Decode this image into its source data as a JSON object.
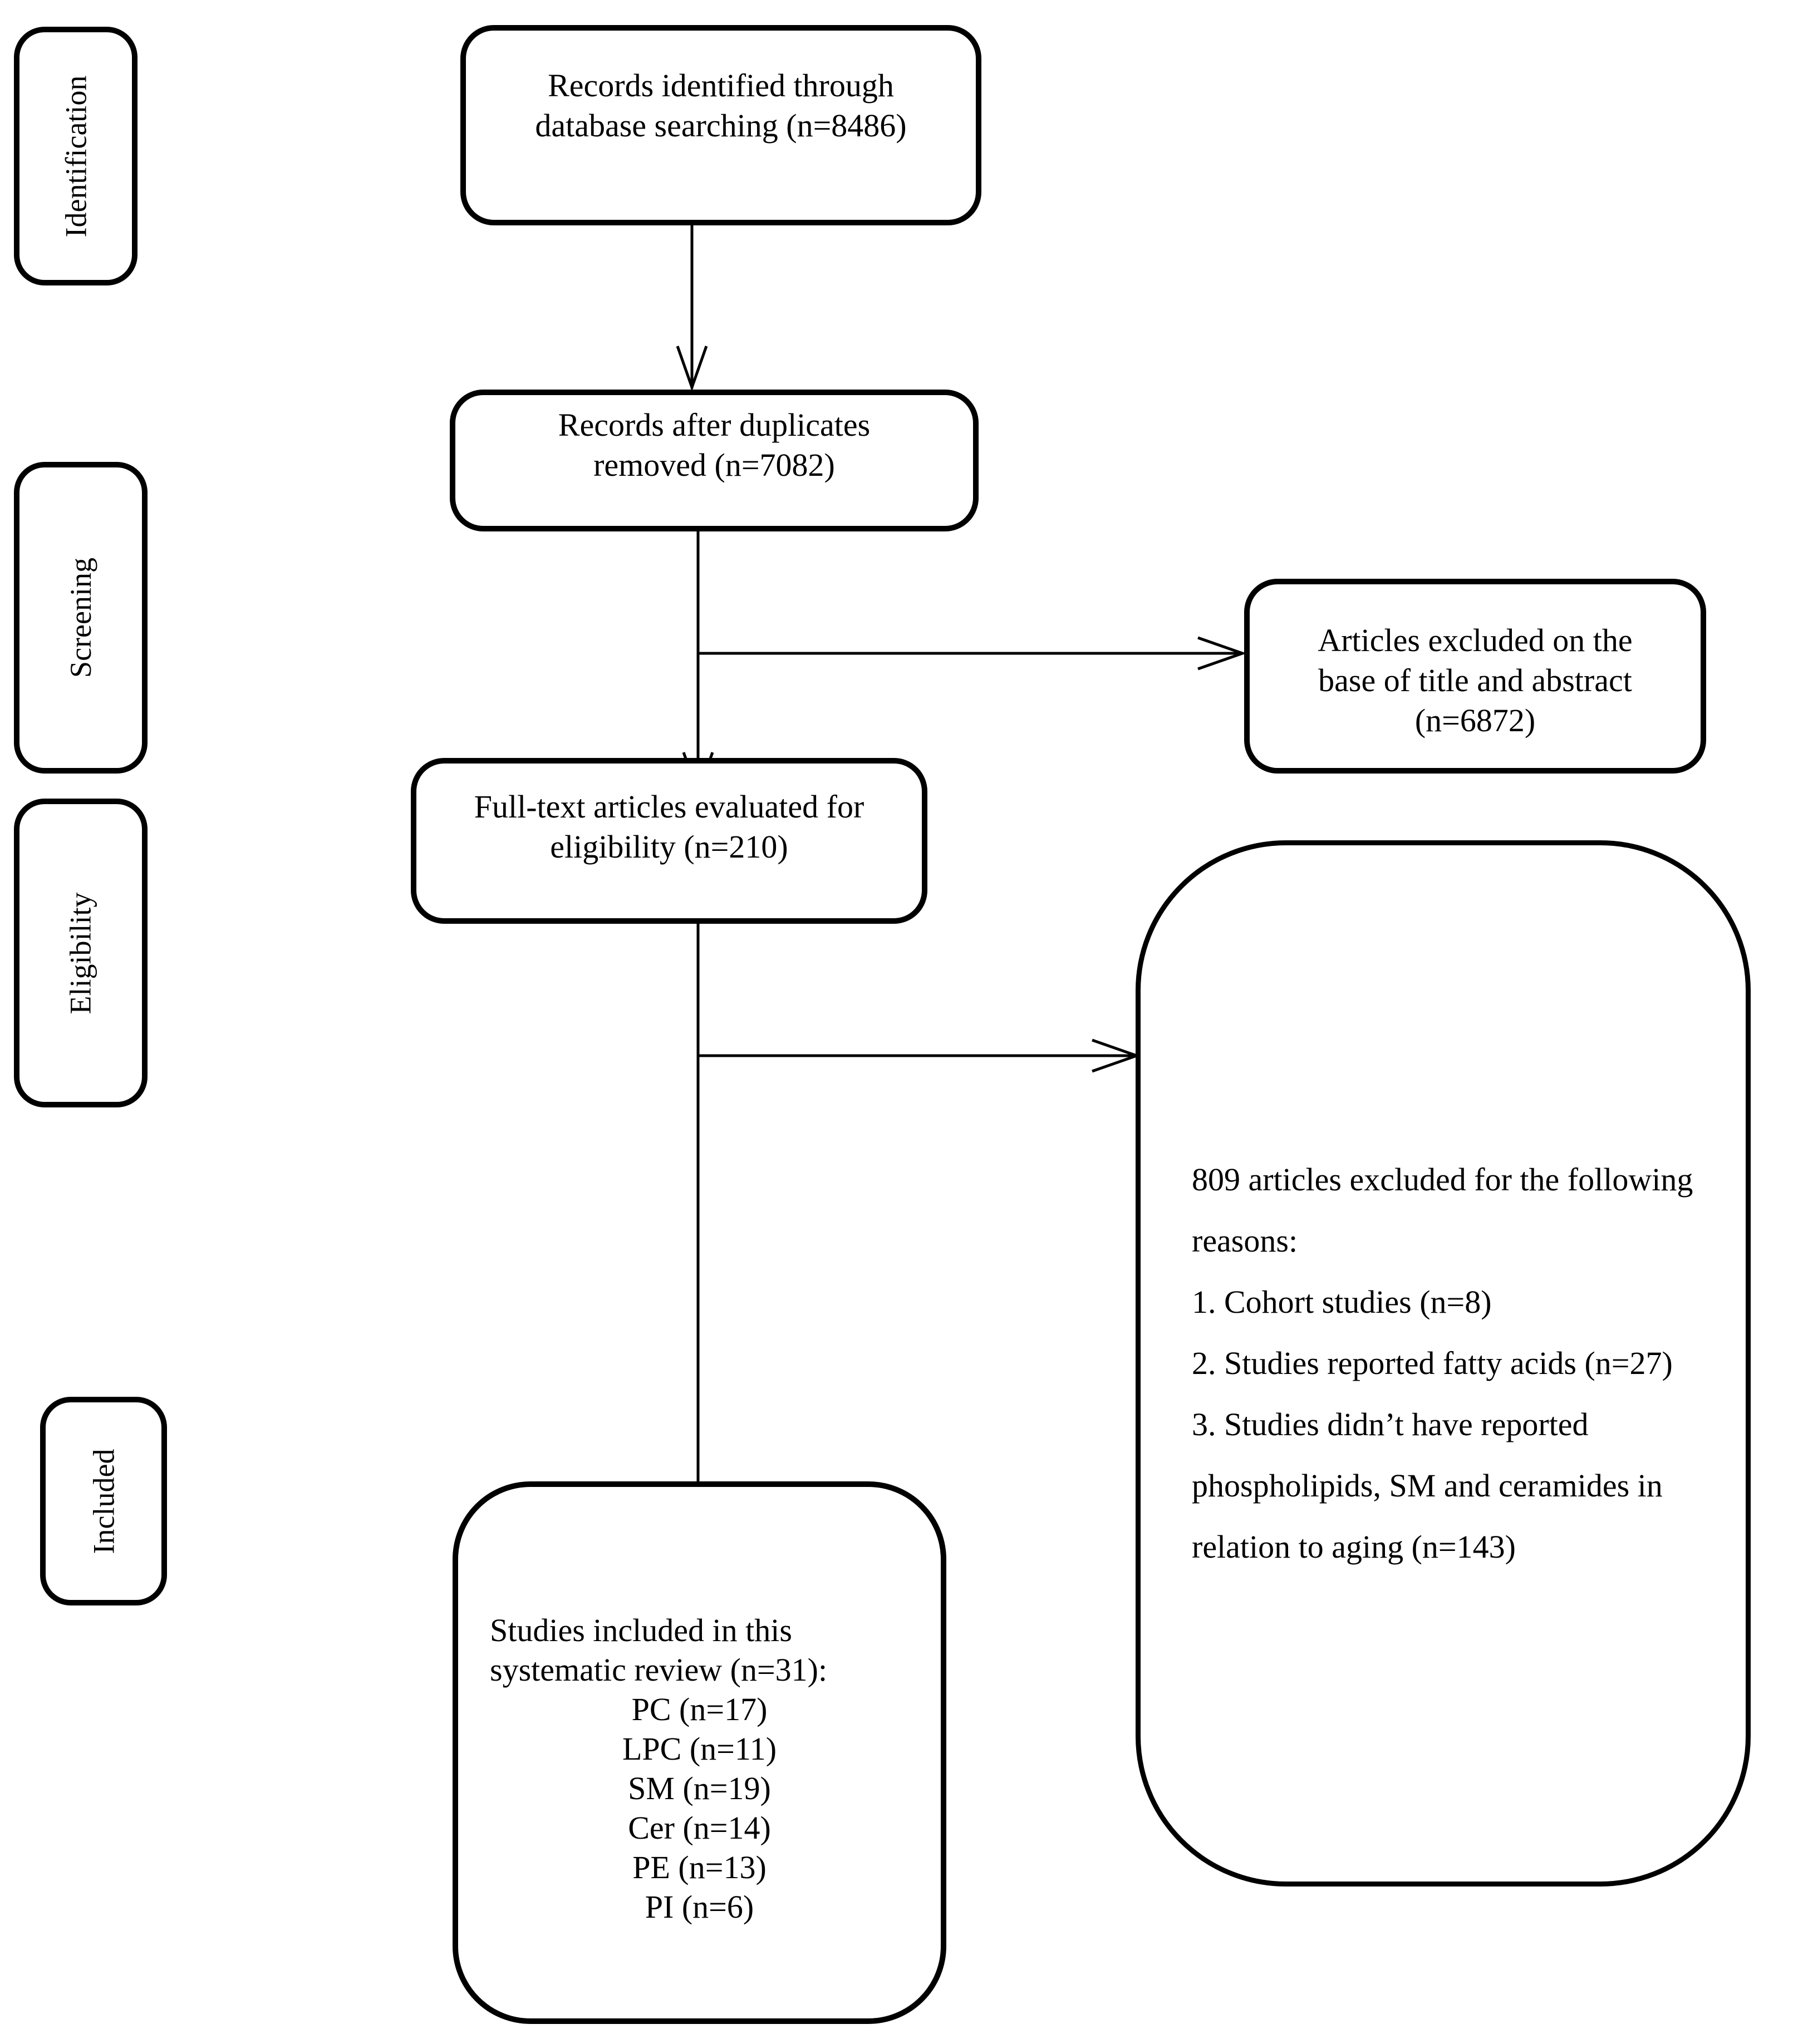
{
  "colors": {
    "ink": "#000000",
    "paper": "#ffffff"
  },
  "stages": [
    {
      "label": "Identification"
    },
    {
      "label": "Screening"
    },
    {
      "label": "Eligibility"
    },
    {
      "label": "Included"
    }
  ],
  "boxes": {
    "identified": {
      "lines": [
        "Records identified through",
        "database searching (n=8486)"
      ]
    },
    "duplicates": {
      "lines": [
        "Records after duplicates",
        "removed (n=7082)"
      ]
    },
    "excluded_screening": {
      "lines": [
        "Articles excluded on the",
        "base of title and abstract",
        "(n=6872)"
      ]
    },
    "fulltext": {
      "lines": [
        "Full-text articles evaluated for",
        "eligibility (n=210)"
      ]
    },
    "excluded_fulltext": {
      "lines": [
        "809 articles excluded for the following",
        "reasons:",
        "1. Cohort studies (n=8)",
        "2. Studies reported fatty acids (n=27)",
        "3. Studies didn’t have reported",
        "phospholipids, SM and ceramides in",
        "relation to aging (n=143)"
      ]
    },
    "included": {
      "lines": [
        "Studies included in this",
        "systematic review (n=31):",
        "PC (n=17)",
        "LPC (n=11)",
        "SM (n=19)",
        "Cer (n=14)",
        "PE (n=13)",
        "PI (n=6)"
      ]
    }
  }
}
